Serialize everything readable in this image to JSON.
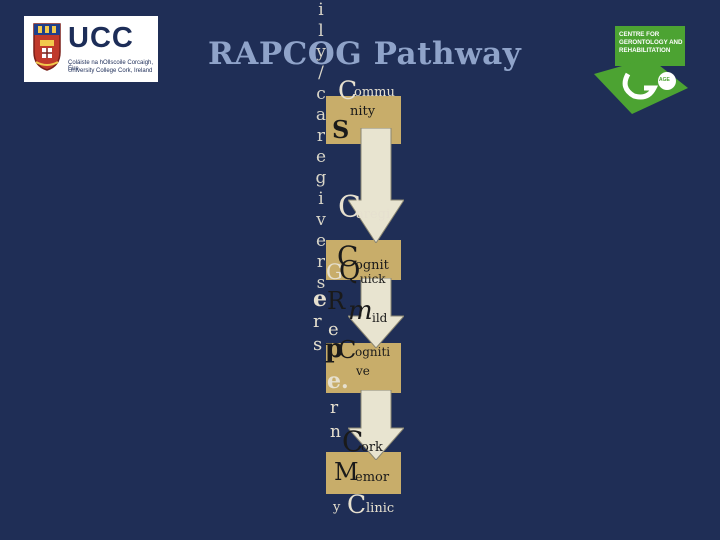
{
  "slide": {
    "title": "RAPCOG Pathway",
    "vertical_text": [
      "i",
      "l",
      "y",
      "/",
      "c",
      "a",
      "r",
      "e",
      "g",
      "i",
      "v",
      "e",
      "r",
      "s"
    ],
    "flow_text": {
      "comm_1": "C",
      "comm_2": "ommu",
      "comm_3": "nity",
      "s1": "S",
      "care_1": "C",
      "care_2": "aregi",
      "cog_1": "C",
      "cog_2": "ognit",
      "g1": "G",
      "q1": "Q",
      "q2": "uick",
      "e1": "e",
      "r1": "R",
      "m1": "m",
      "m2": "ild",
      "r2": "r",
      "e2": "e",
      "s2": "s",
      "p1": "p",
      "cogn_1": "C",
      "cogn_2": "ogniti",
      "ve": "ve",
      "e3": "e.",
      "r3": "r",
      "n1": "n",
      "cork_1": "C",
      "cork_2": "ork",
      "mem_1": "M",
      "mem_2": "emor",
      "y1": "y",
      "clin_1": "C",
      "clin_2": "linic"
    }
  },
  "logos": {
    "ucc": {
      "name": "UCC",
      "irish": "Coláiste na hOllscoile Corcaigh, Éire",
      "english": "University College Cork, Ireland"
    },
    "cgr": {
      "line1": "CENTRE FOR",
      "line2": "GERONTOLOGY AND",
      "line3": "REHABILITATION",
      "badge": "AGE"
    }
  },
  "colors": {
    "background": "#1f2e56",
    "title": "#8fa3c9",
    "box": "#c8ad6a",
    "arrow": "#e8e4d0",
    "cgr_green": "#4ca332"
  }
}
